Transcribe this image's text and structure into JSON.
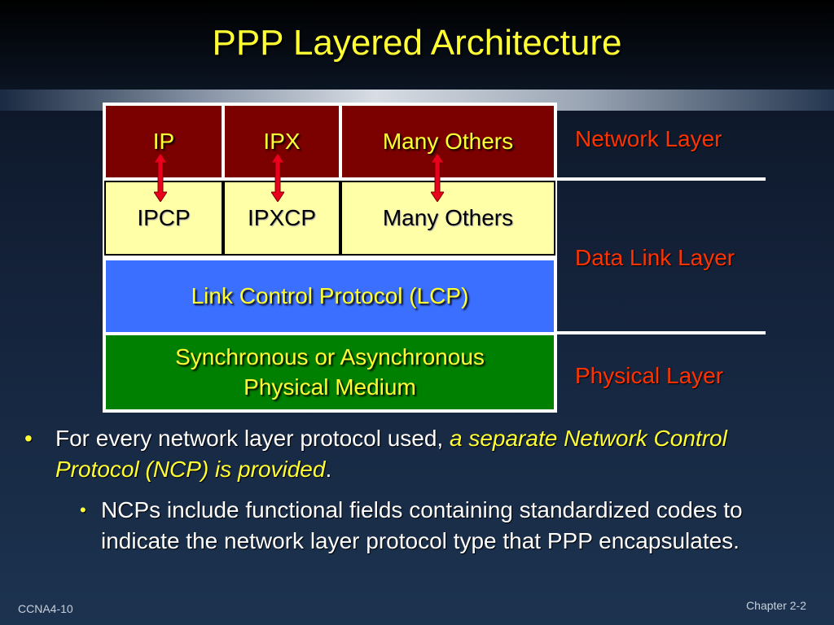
{
  "slide": {
    "title": "PPP Layered Architecture",
    "footer_left": "CCNA4-10",
    "footer_right": "Chapter 2-2"
  },
  "diagram": {
    "network_row": [
      "IP",
      "IPX",
      "Many Others"
    ],
    "ncp_row": [
      "IPCP",
      "IPXCP",
      "Many Others"
    ],
    "lcp": "Link Control Protocol (LCP)",
    "physical_line1": "Synchronous or Asynchronous",
    "physical_line2": "Physical Medium",
    "labels": {
      "network": "Network Layer",
      "datalink": "Data Link Layer",
      "physical": "Physical Layer"
    },
    "colors": {
      "network": "#7b0000",
      "ncp": "#ffffa8",
      "lcp": "#3b6fff",
      "physical": "#008000",
      "arrow": "#e8001c",
      "label": "#ff3300",
      "title": "#ffff33"
    }
  },
  "bullets": {
    "b1_plain": "For every network layer protocol used, ",
    "b1_emph": "a separate Network Control Protocol (NCP) is provided",
    "b1_end": ".",
    "b2": "NCPs include functional fields containing standardized codes to indicate the network layer protocol type that PPP encapsulates."
  }
}
